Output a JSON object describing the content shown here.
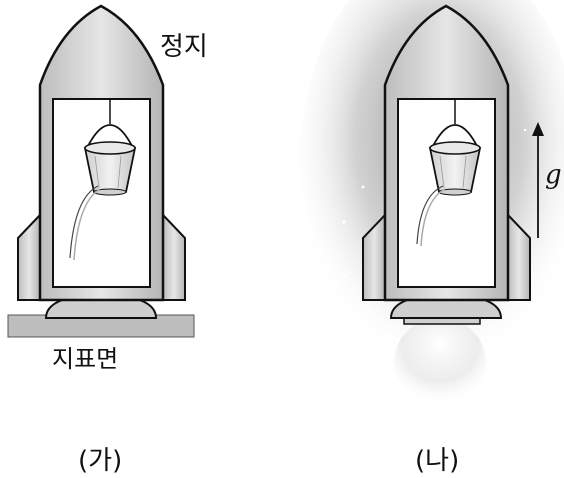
{
  "labels": {
    "stationary": "정지",
    "ground": "지표면",
    "g_symbol": "g",
    "caption_a": "(가)",
    "caption_b": "(나)"
  },
  "icons": [
    "rocket-icon",
    "bucket-icon",
    "water-stream",
    "exhaust-flame-icon",
    "acceleration-arrow-icon"
  ],
  "colors": {
    "rocket_body": "#d4d4d4",
    "outline": "#111111",
    "window": "#ffffff",
    "ground": "#bdbdbd",
    "smoke": "#9a9a9a"
  }
}
